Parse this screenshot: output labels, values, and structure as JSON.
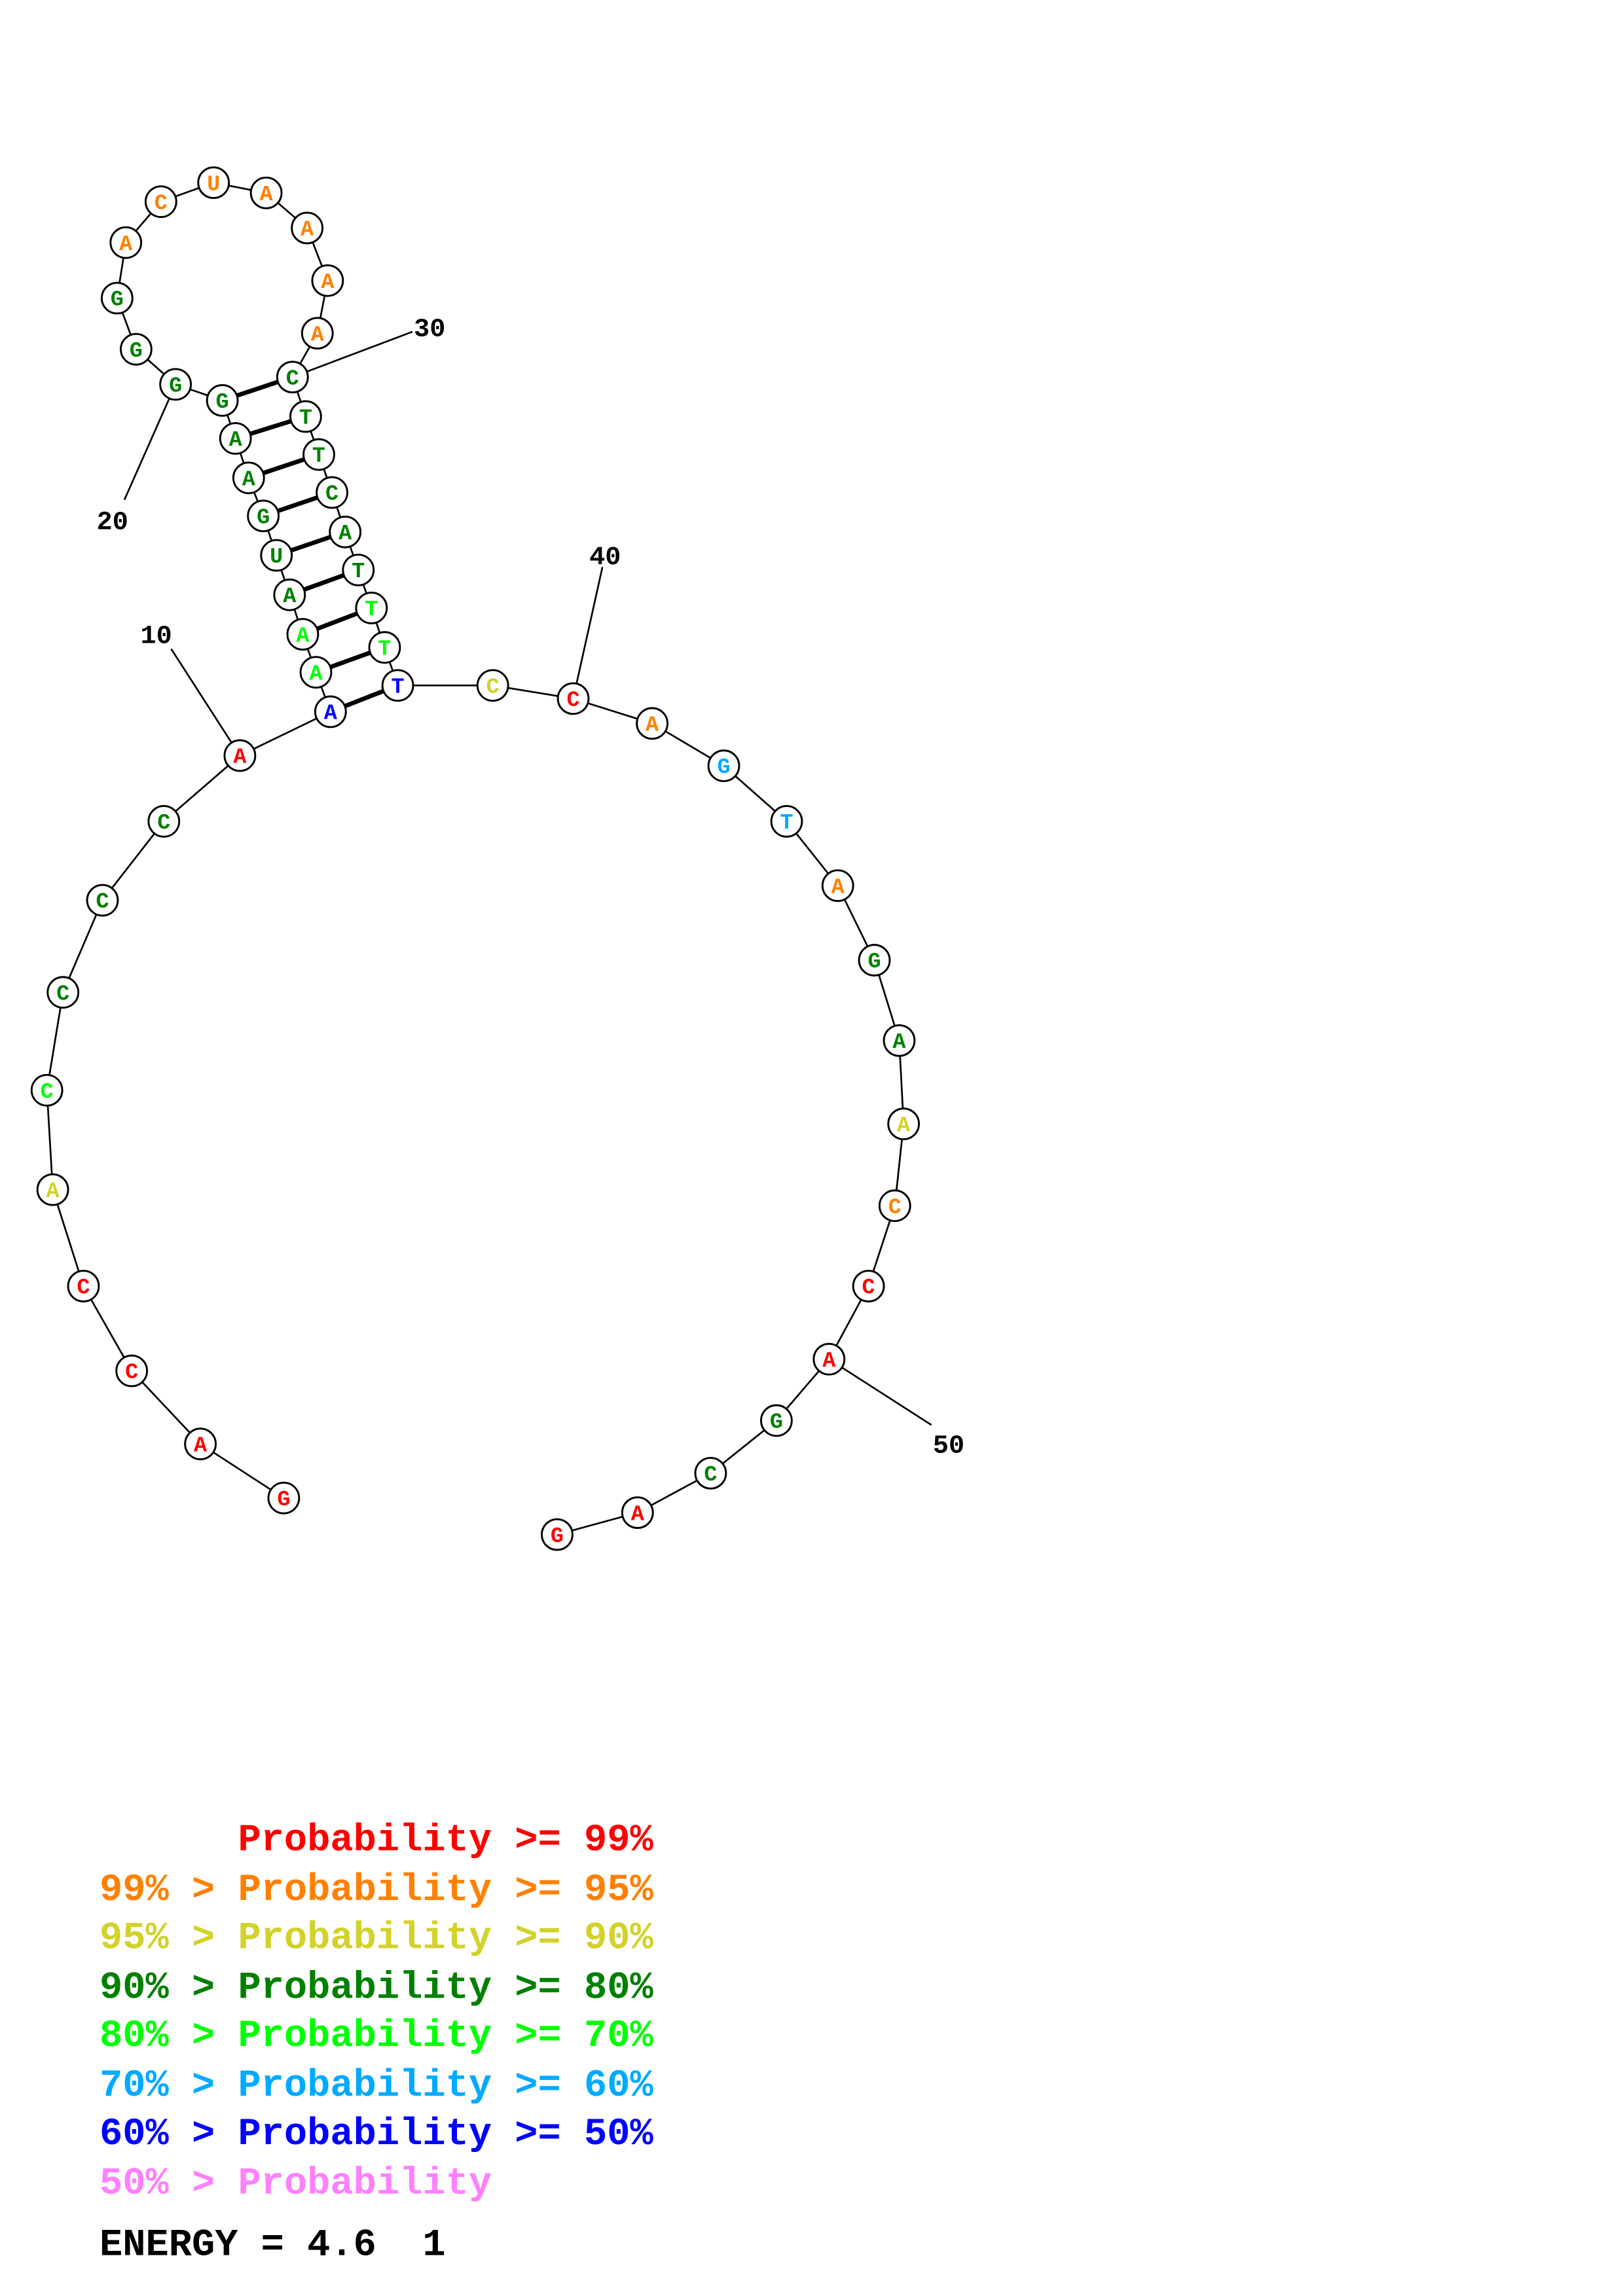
{
  "sequence": [
    "G",
    "A",
    "C",
    "C",
    "A",
    "C",
    "C",
    "C",
    "C",
    "A",
    "A",
    "A",
    "A",
    "A",
    "U",
    "G",
    "A",
    "A",
    "G",
    "G",
    "G",
    "G",
    "A",
    "C",
    "U",
    "A",
    "A",
    "A",
    "A",
    "C",
    "T",
    "T",
    "C",
    "A",
    "T",
    "T",
    "T",
    "T",
    "C",
    "C",
    "A",
    "G",
    "T",
    "A",
    "G",
    "A",
    "A",
    "C",
    "C",
    "A",
    "G",
    "C",
    "A",
    "G"
  ],
  "probability_class": [
    0,
    0,
    0,
    0,
    2,
    4,
    3,
    3,
    3,
    0,
    6,
    4,
    4,
    3,
    3,
    3,
    3,
    3,
    3,
    3,
    3,
    3,
    1,
    1,
    1,
    1,
    1,
    1,
    1,
    3,
    3,
    3,
    3,
    3,
    3,
    4,
    4,
    6,
    2,
    0,
    1,
    5,
    5,
    1,
    3,
    3,
    2,
    1,
    0,
    0,
    3,
    3,
    0,
    0
  ],
  "base_pairs": [
    [
      11,
      38
    ],
    [
      12,
      37
    ],
    [
      13,
      36
    ],
    [
      14,
      35
    ],
    [
      15,
      34
    ],
    [
      16,
      33
    ],
    [
      17,
      32
    ],
    [
      18,
      31
    ],
    [
      19,
      30
    ]
  ],
  "position_labels": [
    {
      "pos": 10,
      "text": "10"
    },
    {
      "pos": 20,
      "text": "20"
    },
    {
      "pos": 30,
      "text": "30"
    },
    {
      "pos": 40,
      "text": "40"
    },
    {
      "pos": 50,
      "text": "50"
    }
  ],
  "colors": [
    "#ff0000",
    "#ff8000",
    "#d2d22a",
    "#008000",
    "#00ff00",
    "#00aaff",
    "#0000ff",
    "#ff80ff"
  ],
  "legend": [
    "      Probability >= 99%",
    "99% > Probability >= 95%",
    "95% > Probability >= 90%",
    "90% > Probability >= 80%",
    "80% > Probability >= 70%",
    "70% > Probability >= 60%",
    "60% > Probability >= 50%",
    "50% > Probability"
  ],
  "energy_label": "ENERGY = 4.6  1"
}
